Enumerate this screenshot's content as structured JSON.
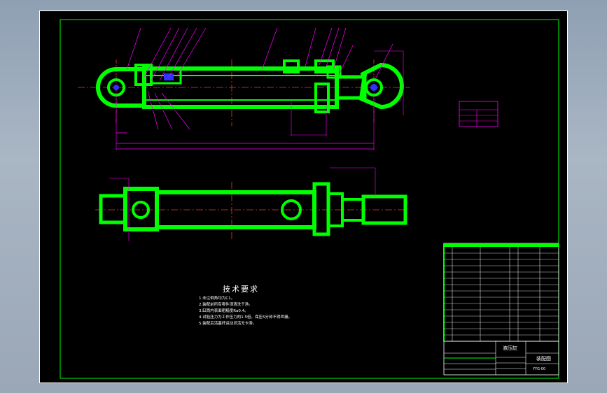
{
  "drawing": {
    "technical_requirements": {
      "title": "技术要求",
      "lines": [
        "1.未注倒角均为C1。",
        "2.装配前所有零件须清洗干净。",
        "3.缸筒内表面粗糙度Ra0.4。",
        "4.试验压力为工作压力的1.5倍，保压5分钟不得泄漏。",
        "5.装配后活塞杆运动灵活无卡滞。"
      ]
    },
    "title_block": {
      "part_name": "液压缸",
      "drawing_no": "YYG-00",
      "school": "装配图",
      "row_count": 15
    },
    "colors": {
      "outline": "#00ff00",
      "leader": "#ff00ff",
      "center": "#ff3030",
      "frame": "#ffffff",
      "inner_frame": "#00ff00"
    }
  }
}
